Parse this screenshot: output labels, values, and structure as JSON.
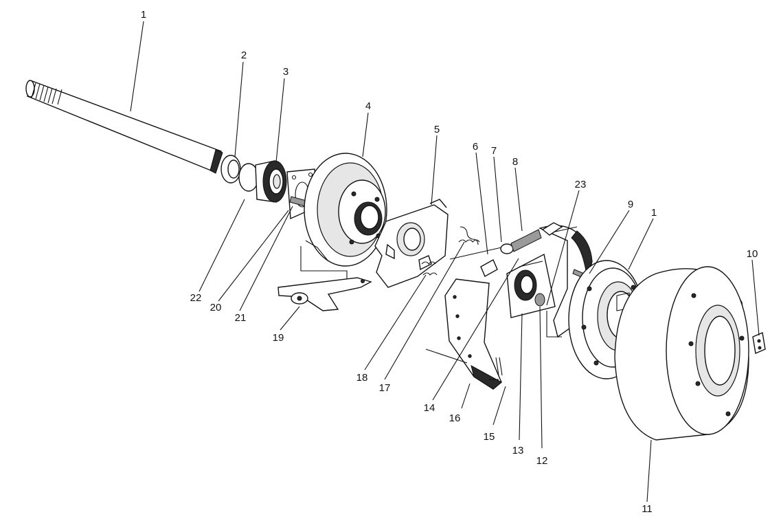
{
  "callouts": [
    {
      "id": "c1",
      "text": "1"
    },
    {
      "id": "c2",
      "text": "2"
    },
    {
      "id": "c3",
      "text": "3"
    },
    {
      "id": "c4",
      "text": "4"
    },
    {
      "id": "c5",
      "text": "5"
    },
    {
      "id": "c6",
      "text": "6"
    },
    {
      "id": "c7",
      "text": "7"
    },
    {
      "id": "c8",
      "text": "8"
    },
    {
      "id": "c23",
      "text": "23"
    },
    {
      "id": "c9",
      "text": "9"
    },
    {
      "id": "c1b",
      "text": "1"
    },
    {
      "id": "c10",
      "text": "10"
    },
    {
      "id": "c22",
      "text": "22"
    },
    {
      "id": "c20",
      "text": "20"
    },
    {
      "id": "c21",
      "text": "21"
    },
    {
      "id": "c19",
      "text": "19"
    },
    {
      "id": "c18",
      "text": "18"
    },
    {
      "id": "c17",
      "text": "17"
    },
    {
      "id": "c14",
      "text": "14"
    },
    {
      "id": "c16",
      "text": "16"
    },
    {
      "id": "c15",
      "text": "15"
    },
    {
      "id": "c13",
      "text": "13"
    },
    {
      "id": "c12",
      "text": "12"
    },
    {
      "id": "c11",
      "text": "11"
    }
  ]
}
